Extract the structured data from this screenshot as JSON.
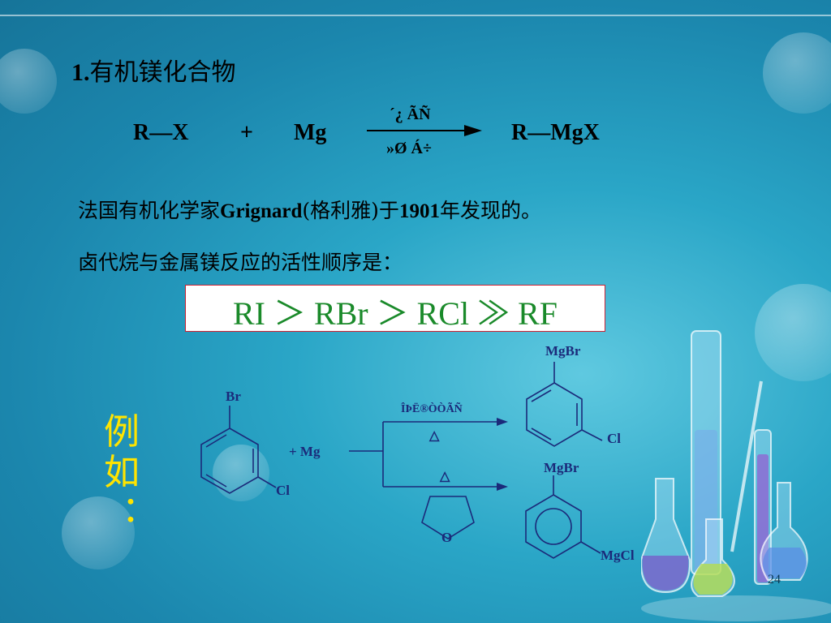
{
  "slide": {
    "title_num": "1.",
    "title_text": "有机镁化合物",
    "page_number": "24"
  },
  "reaction": {
    "reactant1": "R—X",
    "plus": "+",
    "reactant2": "Mg",
    "condition_top": "´¿ ÃÑ",
    "condition_bottom": "»Ø Á÷",
    "product": "R—MgX"
  },
  "text": {
    "discovery_a": "法国有机化学家",
    "discovery_name": "Grignard",
    "discovery_b": "(格利雅)于",
    "discovery_year": "1901",
    "discovery_c": "年发现的。",
    "order_intro": "卤代烷与金属镁反应的活性顺序是："
  },
  "order": {
    "sequence": "RI ＞ RBr ＞ RCl ≫ RF"
  },
  "example": {
    "label_1": "例",
    "label_2": "如",
    "label_3": "："
  },
  "scheme": {
    "sub_br": "Br",
    "sub_cl": "Cl",
    "plus_mg": "+  Mg",
    "cond_top": "ÎÞË®ÒÒÃÑ",
    "delta_top": "△",
    "delta_bottom": "△",
    "thf_o": "O",
    "p1_mgbr": "MgBr",
    "p1_cl": "Cl",
    "p2_mgbr": "MgBr",
    "p2_mgcl": "MgCl"
  },
  "colors": {
    "background": "#1b86ad",
    "order_green": "#1a8a2a",
    "example_yellow": "#ffe400",
    "scheme_navy": "#1b2a7a"
  }
}
